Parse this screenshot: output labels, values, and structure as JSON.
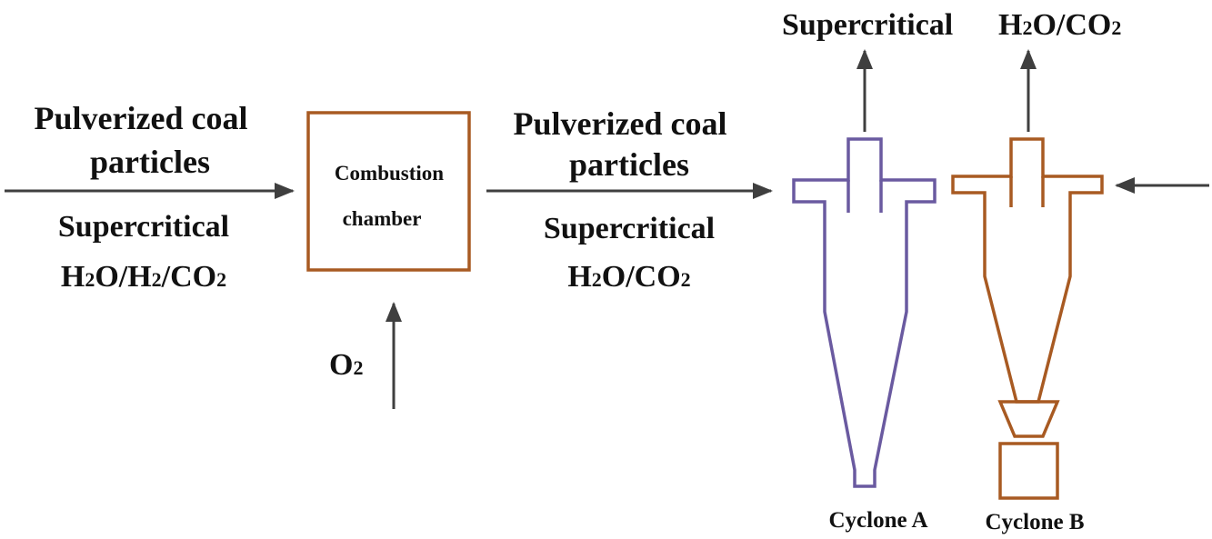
{
  "colors": {
    "arrow": "#3f3f3f",
    "chamber": "#a85a22",
    "cyclone_a": "#6a5aa0",
    "cyclone_b": "#a85a22",
    "text": "#111111"
  },
  "inlet": {
    "top_line1": "Pulverized coal",
    "top_line2": "particles",
    "bottom_line1": "Supercritical",
    "bottom_line2_parts": [
      "H",
      "2",
      "O/H",
      "2",
      "/CO",
      "2"
    ]
  },
  "chamber": {
    "label_line1": "Combustion",
    "label_line2": "chamber"
  },
  "oxygen": {
    "parts": [
      "O",
      "2"
    ]
  },
  "outlet": {
    "top_line1": "Pulverized coal",
    "top_line2": "particles",
    "bottom_line1": "Supercritical",
    "bottom_line2_parts": [
      "H",
      "2",
      "O/CO",
      "2"
    ]
  },
  "top_output": {
    "word": "Supercritical",
    "parts": [
      "H",
      "2",
      "O/CO",
      "2"
    ]
  },
  "cyclones": {
    "a_label": "Cyclone A",
    "b_label": "Cyclone B"
  }
}
